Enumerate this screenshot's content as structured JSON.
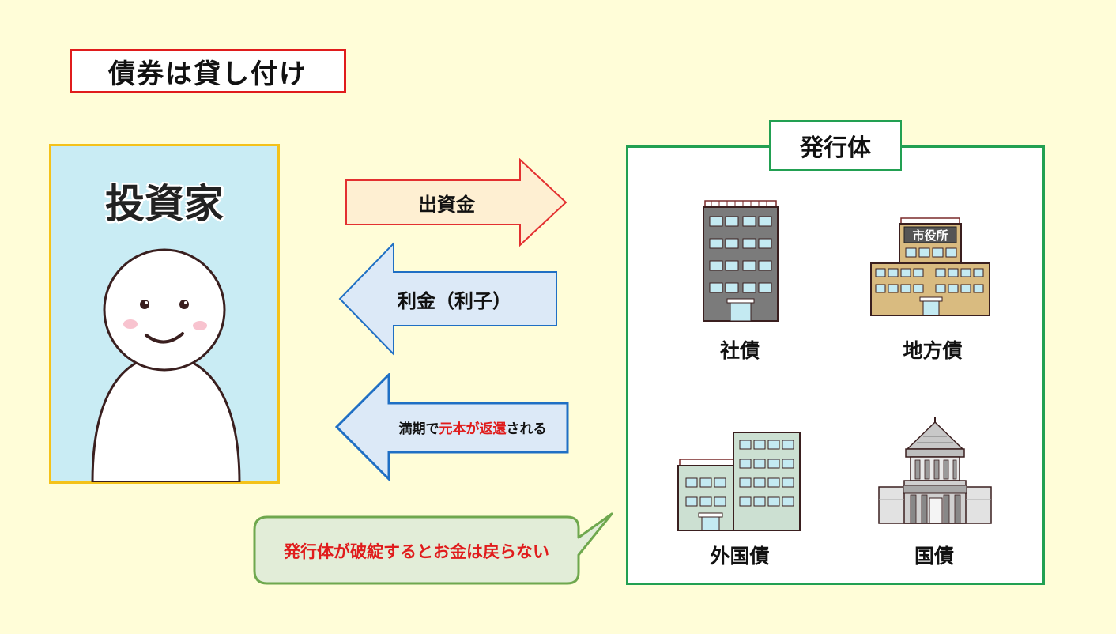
{
  "title": "債券は貸し付け",
  "investor": {
    "label": "投資家"
  },
  "arrows": {
    "capital": "出資金",
    "interest": "利金（利子）",
    "principal": {
      "before": "満期で",
      "highlight": "元本が返還",
      "after": "される"
    }
  },
  "issuer": {
    "label": "発行体",
    "types": [
      {
        "label": "社債",
        "icon": "office-building-icon"
      },
      {
        "label": "地方債",
        "icon": "city-hall-icon",
        "sign": "市役所"
      },
      {
        "label": "外国債",
        "icon": "foreign-building-icon"
      },
      {
        "label": "国債",
        "icon": "diet-building-icon"
      }
    ]
  },
  "warning": "発行体が破綻するとお金は戻らない",
  "colors": {
    "background": "#FFFDD8",
    "title_border": "#E01C1C",
    "investor_border": "#F4C21A",
    "issuer_border": "#22A052",
    "highlight": "#E01C1C"
  }
}
